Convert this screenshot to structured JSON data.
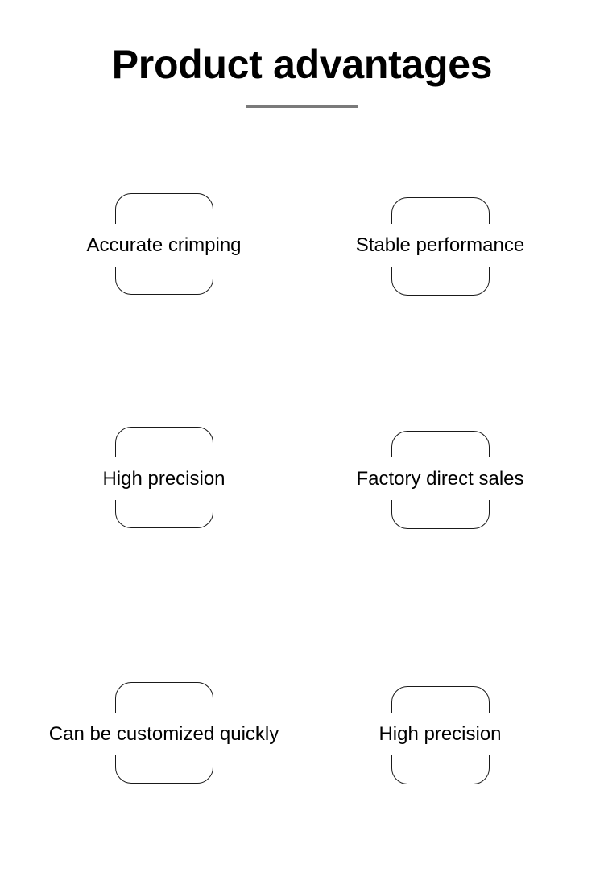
{
  "header": {
    "title": "Product advantages",
    "divider_color": "#7a7a7a"
  },
  "theme": {
    "background": "#ffffff",
    "text_color": "#000000",
    "box_border_color": "#1a1a1a",
    "divider_color": "#7a7a7a"
  },
  "features": {
    "rows": [
      {
        "cells": [
          {
            "label": "Accurate crimping"
          },
          {
            "label": "Stable performance"
          }
        ]
      },
      {
        "cells": [
          {
            "label": "High precision"
          },
          {
            "label": "Factory direct sales"
          }
        ]
      },
      {
        "cells": [
          {
            "label": "Can be customized quickly"
          },
          {
            "label": "High precision"
          }
        ]
      }
    ]
  }
}
